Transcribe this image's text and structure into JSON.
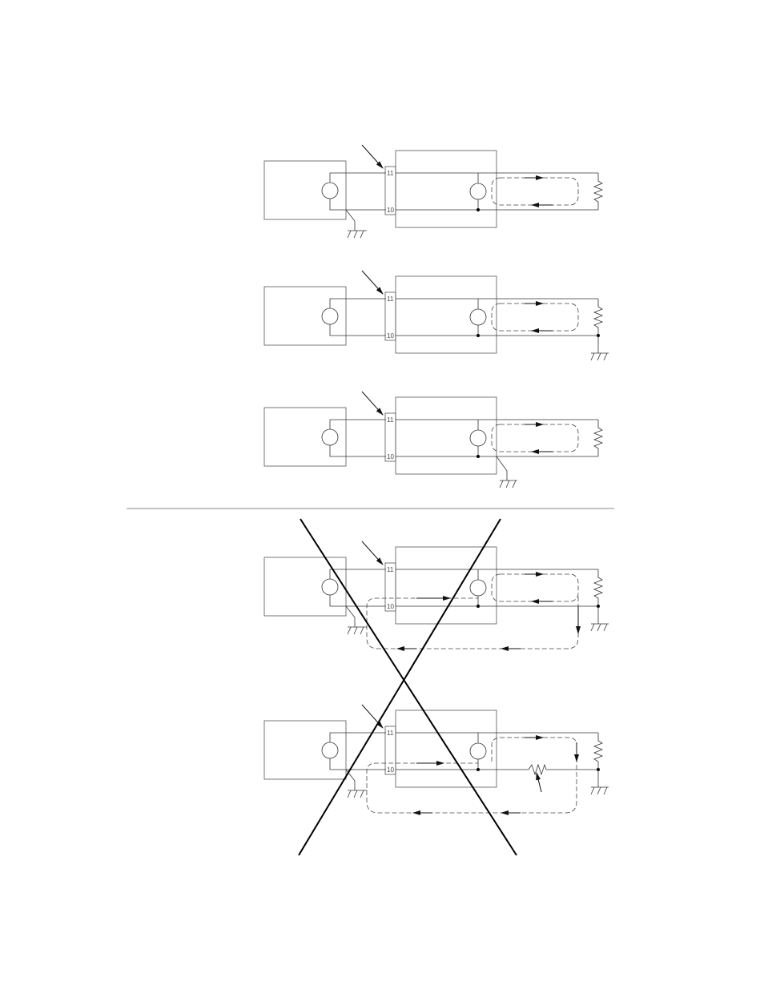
{
  "terminals": {
    "upper": "11",
    "lower": "10"
  },
  "diagrams": [
    {
      "id": "diagram-1",
      "grounding": "source",
      "valid": true
    },
    {
      "id": "diagram-2",
      "grounding": "load",
      "valid": true
    },
    {
      "id": "diagram-3",
      "grounding": "receiver",
      "valid": true
    },
    {
      "id": "diagram-4",
      "grounding": "source-and-load",
      "valid": false
    },
    {
      "id": "diagram-5",
      "grounding": "source-and-load-shunt",
      "valid": false
    }
  ],
  "colors": {
    "line": "#333333",
    "cross": "#000000",
    "divider": "#888888"
  }
}
